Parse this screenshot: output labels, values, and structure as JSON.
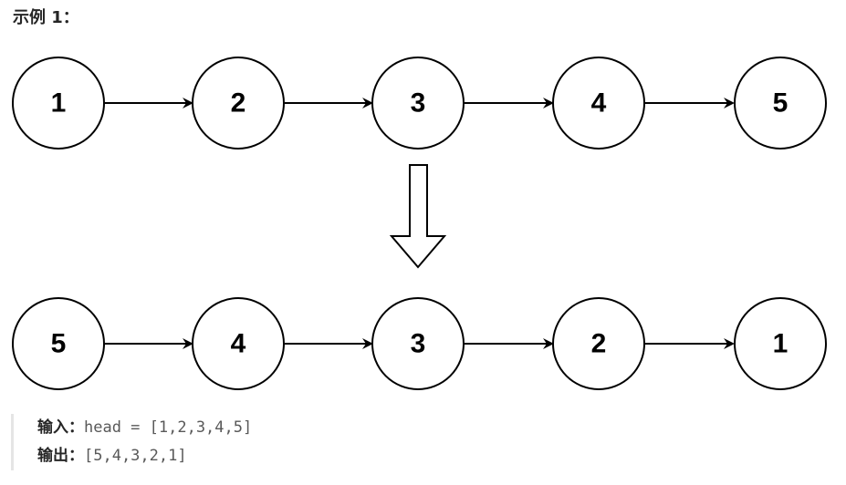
{
  "example": {
    "title": "示例 1："
  },
  "diagram": {
    "top_row": [
      "1",
      "2",
      "3",
      "4",
      "5"
    ],
    "bottom_row": [
      "5",
      "4",
      "3",
      "2",
      "1"
    ],
    "arrow_between_rows": "hollow-down-arrow-icon"
  },
  "io": {
    "input_label": "输入：",
    "input_value": "head = [1,2,3,4,5]",
    "output_label": "输出：",
    "output_value": "[5,4,3,2,1]"
  },
  "colors": {
    "stroke": "#000000",
    "text": "#262626",
    "code_text": "#595959",
    "quote_bar": "#e5e5e5"
  }
}
